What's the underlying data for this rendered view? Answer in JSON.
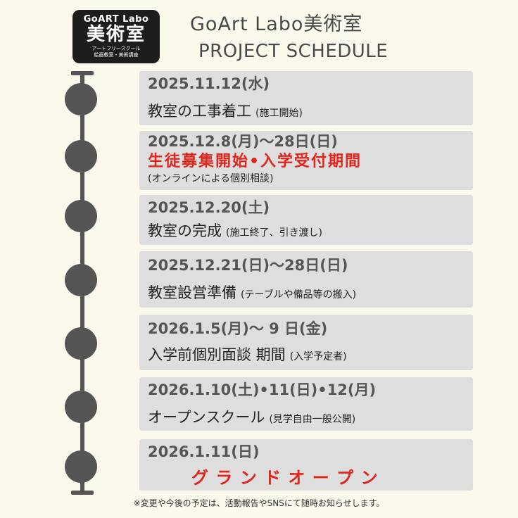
{
  "logo": {
    "line1": "GoART Labo",
    "line2": "美術室",
    "line3": "アートフリースクール",
    "line4": "絵画教室・美術講座"
  },
  "header": {
    "title": "GoArt Labo美術室",
    "subtitle": "PROJECT SCHEDULE"
  },
  "events": [
    {
      "date": "2025.11.12(水)",
      "desc": "教室の工事着工",
      "note": "(施工開始)"
    },
    {
      "date": "2025.12.8(月)〜28日(日)",
      "highlight": "生徒募集開始•入学受付期間",
      "note": "(オンラインによる個別相談)"
    },
    {
      "date": "2025.12.20(土)",
      "desc": "教室の完成",
      "note": "(施工終了、引き渡し)"
    },
    {
      "date": "2025.12.21(日)〜28日(日)",
      "desc": "教室設営準備",
      "note": "(テーブルや備品等の搬入)"
    },
    {
      "date": "2026.1.5(月)〜 9 日(金)",
      "desc": "入学前個別面談 期間",
      "note": "(入学予定者)"
    },
    {
      "date": "2026.1.10(土)•11(日)•12(月)",
      "desc": "オープンスクール",
      "note": "(見学自由一般公開)"
    },
    {
      "date": "2026.1.11(日)",
      "highlight": "グ ラ ン ド オ ー プ ン"
    }
  ],
  "footer": "※変更や今後の予定は、活動報告やSNSにて随時お知らせします。",
  "colors": {
    "background": "#fbf8ec",
    "card": "#dedede",
    "timeline": "#555555",
    "highlight": "#e0261e"
  }
}
